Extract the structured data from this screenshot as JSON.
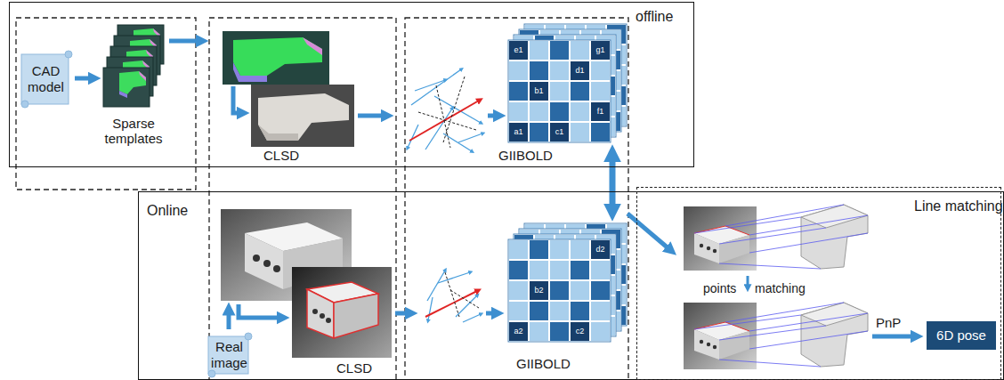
{
  "diagram": {
    "nodes": [
      {
        "text": [
          "offline"
        ]
      },
      {
        "text": [
          "CAD model"
        ],
        "in": 0
      },
      {
        "text": [
          "e1",
          "g1",
          "d1",
          "b1",
          "f1",
          "a1",
          "c1"
        ],
        "in": 0
      },
      {
        "text": [
          "Online"
        ]
      },
      {
        "text": [
          "Real image"
        ],
        "in": 3
      },
      {
        "text": [
          "d2",
          "b2",
          "a2",
          "c2"
        ],
        "in": 3
      },
      {
        "text": [
          "Line matching"
        ]
      },
      {
        "text": [
          "6D pose"
        ],
        "in": 6
      }
    ],
    "edges": [
      {
        "from": 2,
        "to": 5,
        "arrow": "both"
      }
    ],
    "labels": [
      "Sparse templates",
      "CLSD",
      "GIIBOLD",
      "CLSD",
      "GIIBOLD",
      "points",
      "matching",
      "PnP"
    ]
  }
}
